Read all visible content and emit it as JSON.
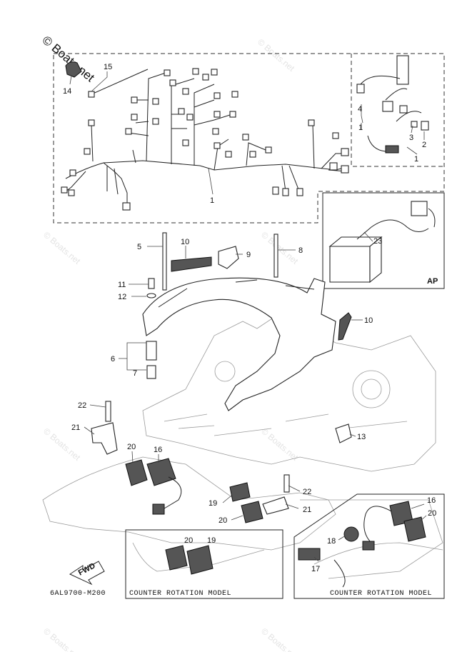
{
  "watermark": {
    "main": "© Boats.net",
    "faint": "© Boats.net"
  },
  "box_labels": {
    "ap": "AP"
  },
  "captions": {
    "code": "6AL9700-M200",
    "counter_left": "COUNTER ROTATION MODEL",
    "counter_right": "COUNTER ROTATION MODEL",
    "fwd": "FWD"
  },
  "callouts": {
    "c1a": "1",
    "c1b": "1",
    "c2": "2",
    "c3": "3",
    "c4": "4",
    "c5": "5",
    "c6": "6",
    "c7": "7",
    "c8": "8",
    "c9": "9",
    "c10a": "10",
    "c10b": "10",
    "c11": "11",
    "c12": "12",
    "c13": "13",
    "c14": "14",
    "c15": "15",
    "c16a": "16",
    "c16b": "16",
    "c17": "17",
    "c18": "18",
    "c19a": "19",
    "c19b": "19",
    "c20a": "20",
    "c20b": "20",
    "c20c": "20",
    "c20d": "20",
    "c21a": "21",
    "c21b": "21",
    "c22a": "22",
    "c22b": "22",
    "c23": "23"
  },
  "colors": {
    "line": "#222222",
    "engine_outline": "#9a9a9a",
    "watermark": "#e4e4e4"
  }
}
